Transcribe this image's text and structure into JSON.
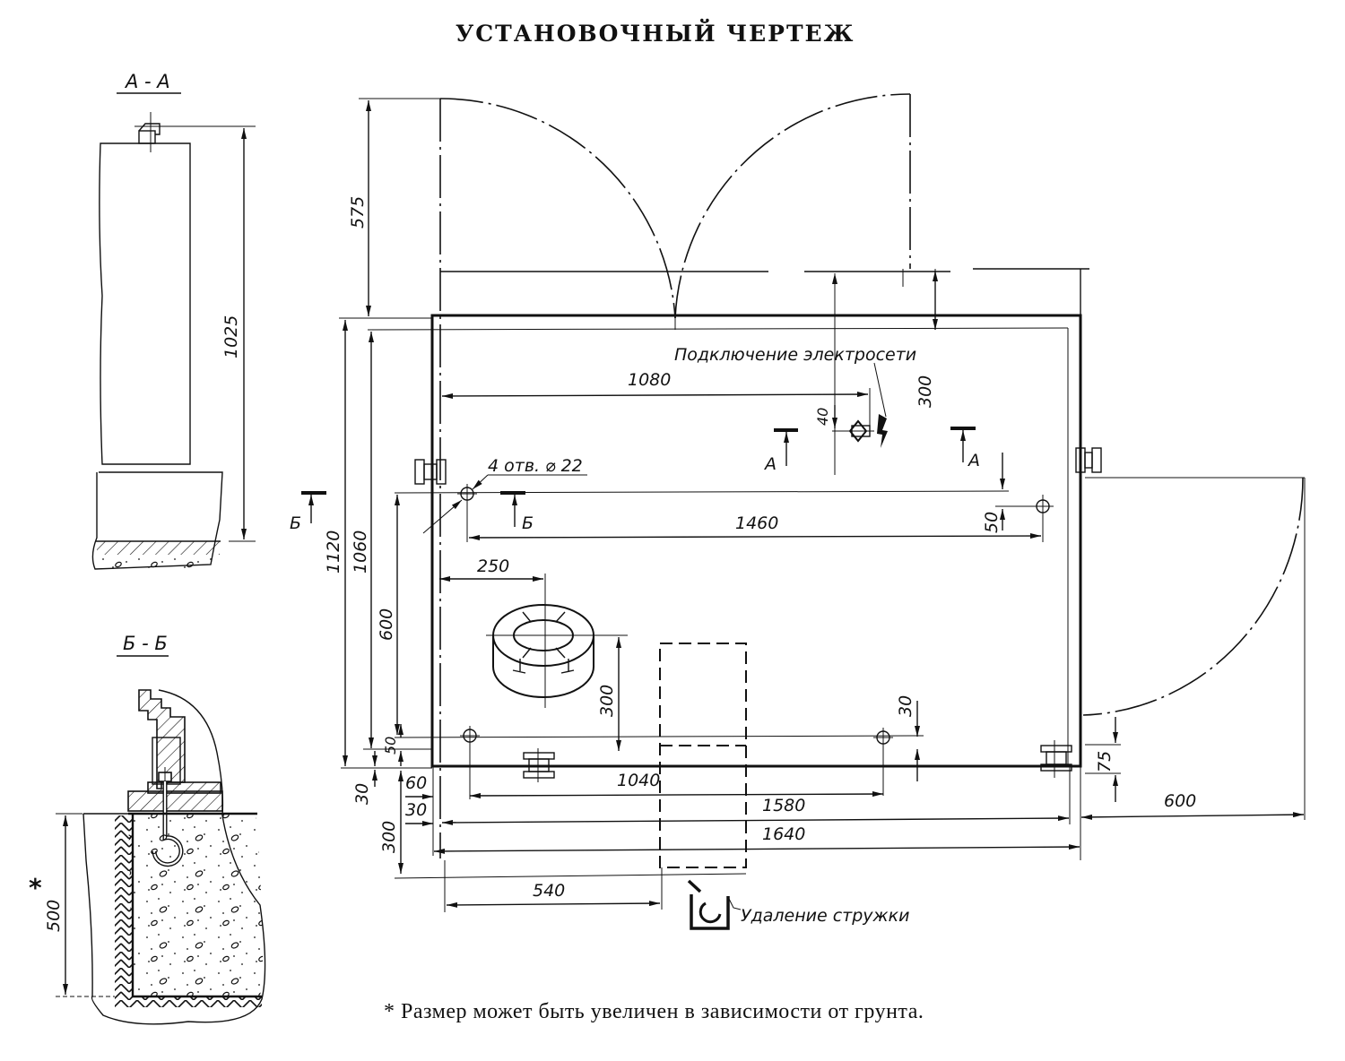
{
  "title": "УСТАНОВОЧНЫЙ ЧЕРТЕЖ",
  "sections": {
    "aa": {
      "label": "А - А",
      "height_dim": "1025"
    },
    "bb": {
      "label": "Б - Б",
      "depth_dim": "500",
      "depth_mark": "*"
    }
  },
  "plan": {
    "annotations": {
      "power_connection": "Подключение электросети",
      "holes": "4 отв. ⌀ 22",
      "chip_removal": "Удаление стружки"
    },
    "section_marks": {
      "a_left": "А",
      "a_right": "А",
      "b_left": "Б",
      "b_inner": "Б"
    },
    "dimensions": {
      "door_swing_top": "575",
      "overall_depth": "1120",
      "frame_depth": "1060",
      "hole_spacing_y": "600",
      "bottom_offset_50": "50",
      "bottom_offset_30": "30",
      "chip_depth": "300",
      "power_x": "1080",
      "power_y": "40",
      "cabinet_300": "300",
      "hole_spacing_x": "1460",
      "hole_edge_50": "50",
      "coolant_x": "250",
      "coolant_y": "300",
      "hole_edge_30": "30",
      "foot_75": "75",
      "left_offset_60": "60",
      "left_offset_30": "30",
      "hole_pitch_1040": "1040",
      "span_1580": "1580",
      "overall_width": "1640",
      "door_swing_right": "600",
      "chip_x": "540"
    }
  },
  "footnote": "* Размер может быть увеличен в зависимости от грунта."
}
